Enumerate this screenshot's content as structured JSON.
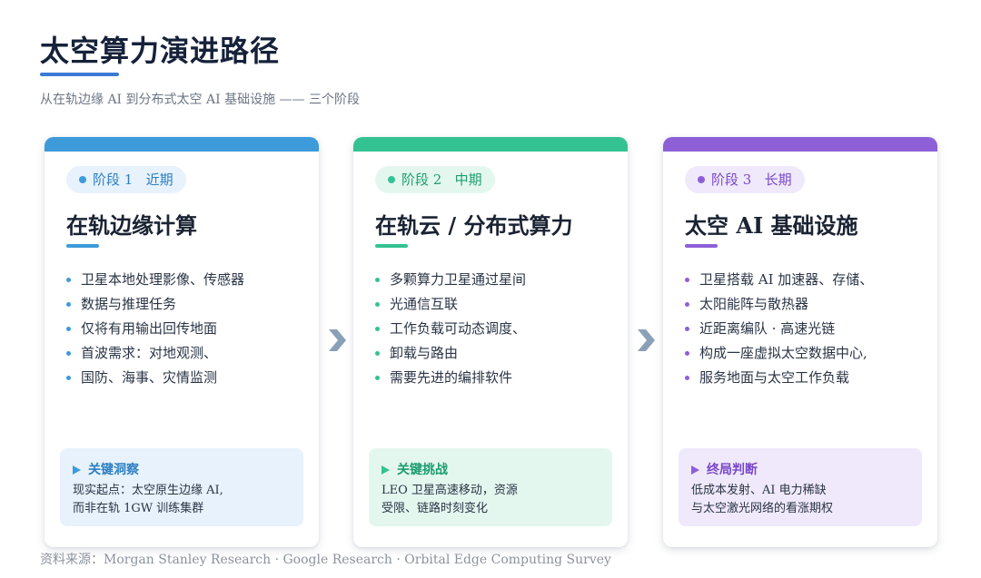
{
  "header": {
    "title": "太空算力演进路径",
    "subtitle": "从在轨边缘 AI 到分布式太空 AI 基础设施 —— 三个阶段"
  },
  "stages": [
    {
      "badge": "阶段 1   近期",
      "title": "在轨边缘计算",
      "bullets": [
        "卫星本地处理影像、传感器",
        "数据与推理任务",
        "仅将有用输出回传地面",
        "首波需求：对地观测、",
        "国防、海事、灾情监测"
      ],
      "insight_title": "关键洞察",
      "insight_lines": [
        "现实起点：太空原生边缘 AI,",
        "而非在轨 1GW 训练集群"
      ]
    },
    {
      "badge": "阶段 2   中期",
      "title": "在轨云 / 分布式算力",
      "bullets": [
        "多颗算力卫星通过星间",
        "光通信互联",
        "工作负载可动态调度、",
        "卸载与路由",
        "需要先进的编排软件"
      ],
      "insight_title": "关键挑战",
      "insight_lines": [
        "LEO 卫星高速移动，资源",
        "受限、链路时刻变化"
      ]
    },
    {
      "badge": "阶段 3   长期",
      "title": "太空 AI 基础设施",
      "bullets": [
        "卫星搭载 AI 加速器、存储、",
        "太阳能阵与散热器",
        "近距离编队 · 高速光链",
        "构成一座虚拟太空数据中心,",
        "服务地面与太空工作负载"
      ],
      "insight_title": "终局判断",
      "insight_lines": [
        "低成本发射、AI 电力稀缺",
        "与太空激光网络的看涨期权"
      ]
    }
  ],
  "source": "资料来源：Morgan Stanley Research · Google Research · Orbital Edge Computing Survey",
  "colors": {
    "stage1": "#3d9bd9",
    "stage1_soft": "#e7f2fc",
    "stage1_text": "#2d7fc1",
    "stage2": "#34c293",
    "stage2_soft": "#e4f7ef",
    "stage2_text": "#1e9c71",
    "stage3": "#8d60d8",
    "stage3_soft": "#efe9fb",
    "stage3_text": "#7a48c9",
    "chevron": "#8aa0b8"
  },
  "icons": [
    "bullet-dot-icon",
    "insight-triangle-icon",
    "chevron-right-icon"
  ]
}
